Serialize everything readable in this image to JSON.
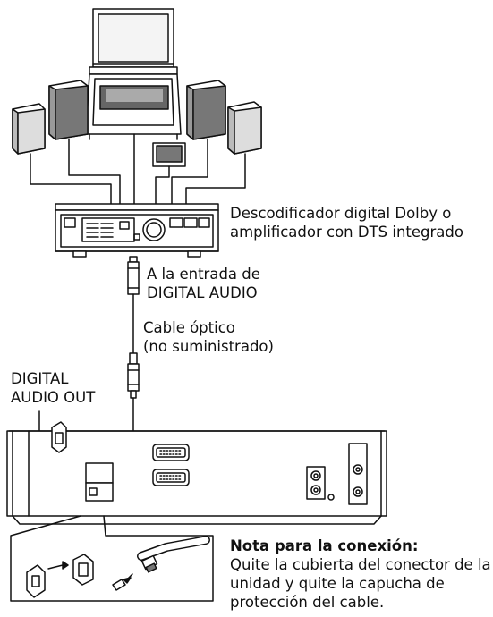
{
  "labels": {
    "decoder_line1": "Descodificador digital Dolby o",
    "decoder_line2": "amplificador con DTS integrado",
    "input_line1": "A la entrada de",
    "input_line2": "DIGITAL AUDIO",
    "cable_line1": "Cable óptico",
    "cable_line2": "(no suministrado)",
    "out_line1": "DIGITAL",
    "out_line2": "AUDIO OUT"
  },
  "note": {
    "title": "Nota para la conexión:",
    "line1": "Quite la cubierta del conector de la",
    "line2": "unidad y quite la capucha de",
    "line3": "protección del cable."
  },
  "icons": [
    "television",
    "speaker",
    "center-speaker",
    "decoder-amplifier",
    "optical-plug",
    "dvd-player-rear-panel",
    "connector-cover",
    "plug-protective-cap"
  ]
}
